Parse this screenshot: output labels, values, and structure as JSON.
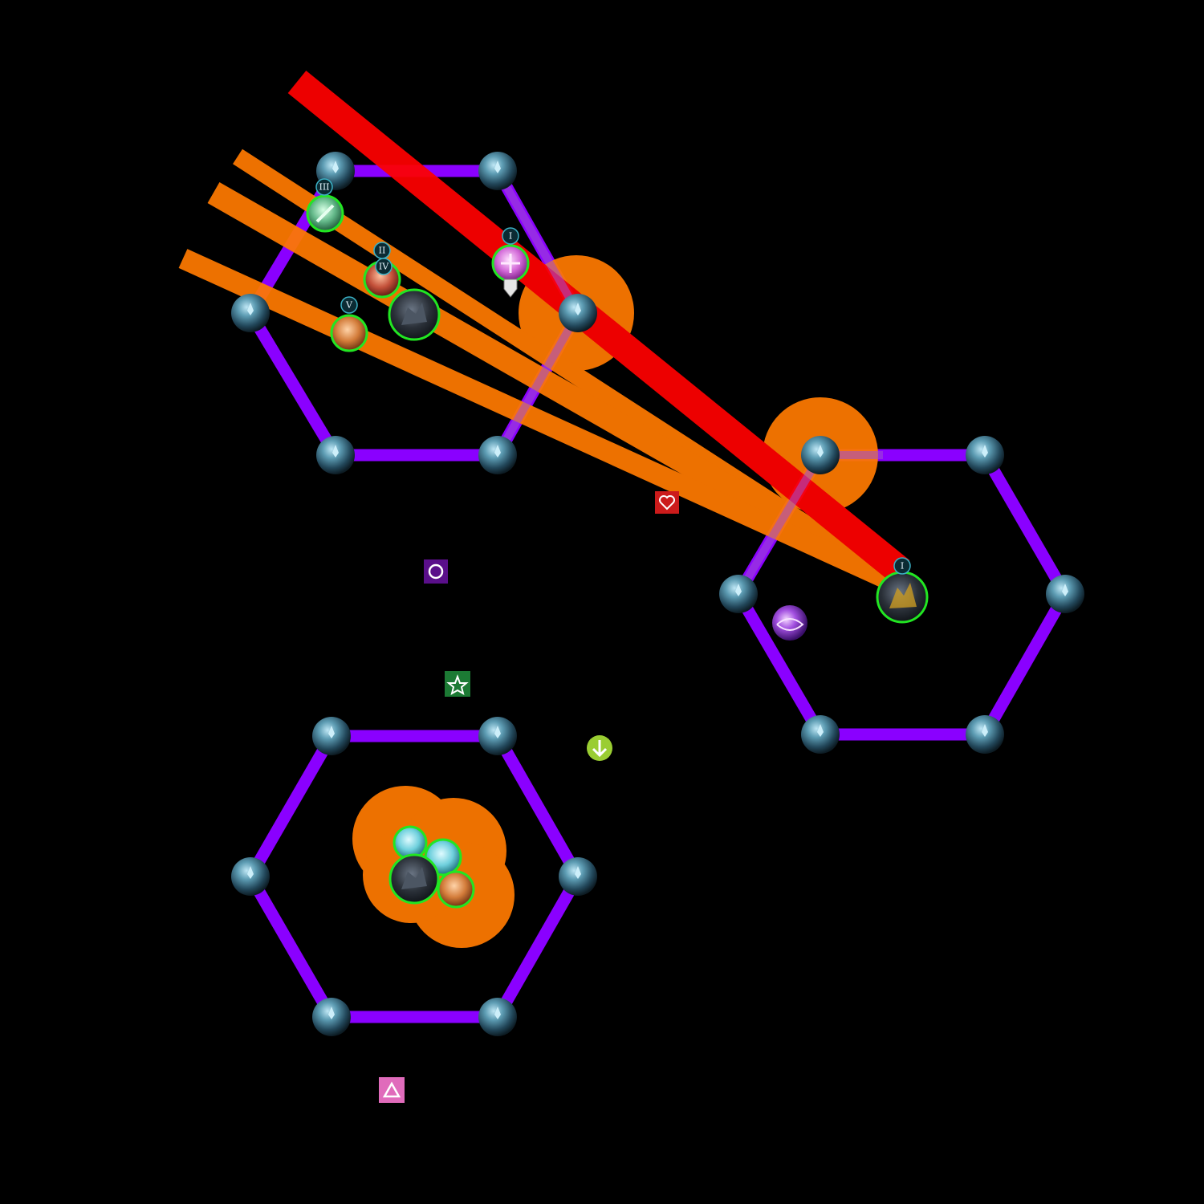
{
  "colors": {
    "background": "#000000",
    "arena_edge": "#8a00ff",
    "arena_boundary_red": "#ff1a1a",
    "orange_aoe": "#ff7a00",
    "red_aoe": "#ff0000",
    "green_ring": "#22e622",
    "node_metal": "#2b5466",
    "node_glow": "#5fb7d6"
  },
  "arenas": [
    {
      "name": "north-west-hexagon",
      "nodes": 6
    },
    {
      "name": "east-hexagon",
      "nodes": 6,
      "highlighted_boundary": true
    },
    {
      "name": "south-hexagon",
      "nodes": 6
    }
  ],
  "markers": {
    "nw_top_left": "III",
    "nw_center_a": "II",
    "nw_center_b": "IV",
    "nw_left": "V",
    "nw_right": "I",
    "east": "I"
  },
  "waymarks": [
    {
      "id": "heart",
      "icon": "heart-icon",
      "color": "#cc1b1b"
    },
    {
      "id": "circle",
      "icon": "circle-icon",
      "color": "#5a0f8a"
    },
    {
      "id": "star",
      "icon": "star-icon",
      "color": "#1c7a34"
    },
    {
      "id": "arrow",
      "icon": "arrow-down-icon",
      "color": "#9acd32"
    },
    {
      "id": "triangle",
      "icon": "triangle-icon",
      "color": "#e06bbb"
    }
  ],
  "units": [
    {
      "id": "gravity-sphere",
      "icon": "purple-orb-icon"
    },
    {
      "id": "stone-golem-east",
      "icon": "stone-golem-icon"
    },
    {
      "id": "stone-golem-nw",
      "icon": "stone-golem-icon"
    },
    {
      "id": "stone-golem-south",
      "icon": "stone-golem-icon"
    },
    {
      "id": "player-healer",
      "icon": "healer-job-icon"
    },
    {
      "id": "player-tank",
      "icon": "tank-job-icon"
    },
    {
      "id": "player-dps-a",
      "icon": "dps-job-icon"
    },
    {
      "id": "player-dps-b",
      "icon": "dps-job-icon"
    },
    {
      "id": "player-purple",
      "icon": "astro-job-icon"
    }
  ]
}
